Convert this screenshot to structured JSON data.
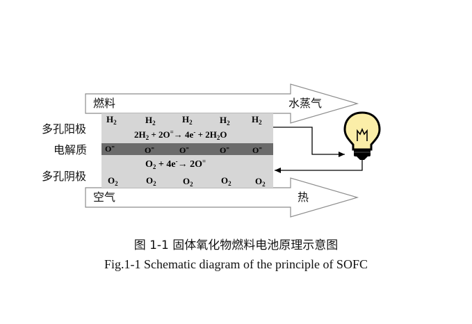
{
  "flows": {
    "top_in": "燃料",
    "top_out": "水蒸气",
    "bottom_in": "空气",
    "bottom_out": "热"
  },
  "layers": {
    "anode": "多孔阳极",
    "electrolyte": "电解质",
    "cathode": "多孔阴极"
  },
  "species": {
    "h2": "H",
    "h2_sub": "2",
    "o2": "O",
    "o2_sub": "2",
    "oxide": "O",
    "oxide_sup": "="
  },
  "reactions": {
    "anode": {
      "p1": "2H",
      "p1_sub": "2",
      "p2": " + 2O",
      "p2_sup": "=",
      "arrow": "→",
      "p3": " 4e",
      "p3_sup": "-",
      "p4": " + 2H",
      "p4_sub": "2",
      "p5": "O"
    },
    "cathode": {
      "p1": "O",
      "p1_sub": "2",
      "p2": " + 4e",
      "p2_sup": "-",
      "arrow": "→",
      "p3": " 2O",
      "p3_sup": "="
    }
  },
  "caption": {
    "cn": "图 1-1  固体氧化物燃料电池原理示意图",
    "en": "Fig.1-1 Schematic diagram of the principle of SOFC"
  }
}
